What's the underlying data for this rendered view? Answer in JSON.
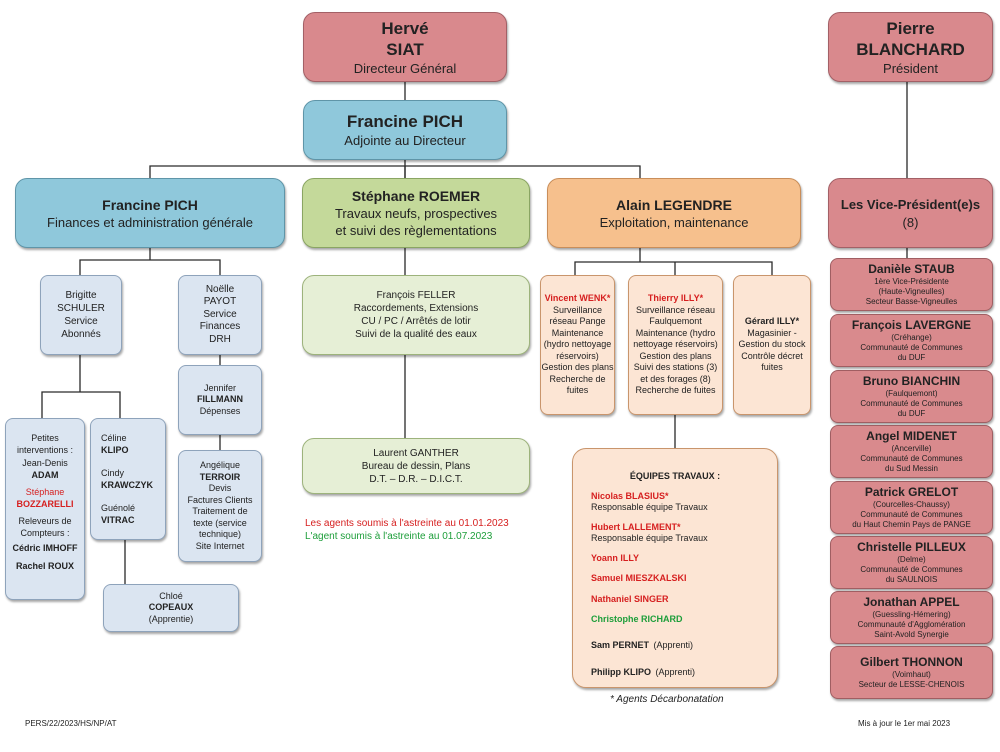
{
  "directeur": {
    "first": "Hervé",
    "last": "SIAT",
    "role": "Directeur Général"
  },
  "president": {
    "first": "Pierre",
    "last": "BLANCHARD",
    "role": "Président"
  },
  "adjointe": {
    "name": "Francine PICH",
    "role": "Adjointe au Directeur"
  },
  "dept_finances": {
    "name": "Francine PICH",
    "role": "Finances et administration générale"
  },
  "dept_travaux": {
    "name": "Stéphane ROEMER",
    "role1": "Travaux neufs, prospectives",
    "role2": "et suivi des règlementations"
  },
  "dept_exploitation": {
    "name": "Alain LEGENDRE",
    "role": "Exploitation, maintenance"
  },
  "vice_presidents": {
    "title": "Les Vice-Président(e)s",
    "count": "(8)"
  },
  "schuler": {
    "first": "Brigitte",
    "last": "SCHULER",
    "l1": "Service",
    "l2": "Abonnés"
  },
  "payot": {
    "first": "Noëlle",
    "last": "PAYOT",
    "l1": "Service",
    "l2": "Finances",
    "l3": "DRH"
  },
  "fillmann": {
    "first": "Jennifer",
    "last": "FILLMANN",
    "role": "Dépenses"
  },
  "terroir": {
    "first": "Angélique",
    "last": "TERROIR",
    "l1": "Devis",
    "l2": "Factures Clients",
    "l3": "Traitement de",
    "l4": "texte (service",
    "l5": "technique)",
    "l6": "Site Internet"
  },
  "copeaux": {
    "first": "Chloé",
    "last": "COPEAUX",
    "role": "(Apprentie)"
  },
  "interventions": {
    "h1": "Petites",
    "h2": "interventions :",
    "p1a": "Jean-Denis",
    "p1b": "ADAM",
    "p2a": "Stéphane",
    "p2b": "BOZZARELLI",
    "h3": "Releveurs de",
    "h4": "Compteurs :",
    "p3": "Cédric IMHOFF",
    "p4": "Rachel ROUX"
  },
  "klipo_group": {
    "p1a": "Céline",
    "p1b": "KLIPO",
    "p2a": "Cindy",
    "p2b": "KRAWCZYK",
    "p3a": "Guénolé",
    "p3b": "VITRAC"
  },
  "feller": {
    "name": "François FELLER",
    "l1": "Raccordements, Extensions",
    "l2": "CU / PC / Arrêtés de lotir",
    "l3": "Suivi de la qualité des eaux"
  },
  "ganther": {
    "name": "Laurent GANTHER",
    "l1": "Bureau de dessin, Plans",
    "l2": "D.T. – D.R. – D.I.C.T."
  },
  "legend": {
    "red": "Les agents soumis à l'astreinte au 01.01.2023",
    "green": "L'agent soumis à l'astreinte au 01.07.2023"
  },
  "wenk": {
    "name": "Vincent WENK*",
    "l1": "Surveillance",
    "l2": "réseau Pange",
    "l3": "Maintenance",
    "l4": "(hydro nettoyage",
    "l5": "réservoirs)",
    "l6": "Gestion des plans",
    "l7": "Recherche de",
    "l8": "fuites"
  },
  "thierry": {
    "name": "Thierry ILLY*",
    "l1": "Surveillance réseau",
    "l2": "Faulquemont",
    "l3": "Maintenance (hydro",
    "l4": "nettoyage réservoirs)",
    "l5": "Gestion des plans",
    "l6": "Suivi des stations (3)",
    "l7": "et des forages (8)",
    "l8": "Recherche de fuites"
  },
  "gerard": {
    "name": "Gérard ILLY*",
    "l1": "Magasinier -",
    "l2": "Gestion du stock",
    "l3": "Contrôle décret",
    "l4": "fuites"
  },
  "equipes": {
    "title": "ÉQUIPES TRAVAUX :",
    "m1": "Nicolas BLASIUS*",
    "m1r": "Responsable équipe Travaux",
    "m2": "Hubert LALLEMENT*",
    "m2r": "Responsable équipe Travaux",
    "m3": "Yoann ILLY",
    "m4": "Samuel MIESZKALSKI",
    "m5": "Nathaniel SINGER",
    "m6": "Christophe RICHARD",
    "m7": "Sam PERNET",
    "m7r": "(Apprenti)",
    "m8": "Philipp KLIPO",
    "m8r": "(Apprenti)"
  },
  "decarbonatation": "* Agents Décarbonatation",
  "vp_list": [
    {
      "name": "Danièle STAUB",
      "l1": "1ère Vice-Présidente",
      "l2": "(Haute-Vigneulles)",
      "l3": "Secteur Basse-Vigneulles"
    },
    {
      "name": "François LAVERGNE",
      "l1": "(Créhange)",
      "l2": "Communauté de Communes",
      "l3": "du DUF"
    },
    {
      "name": "Bruno BIANCHIN",
      "l1": "(Faulquemont)",
      "l2": "Communauté de Communes",
      "l3": "du DUF"
    },
    {
      "name": "Angel MIDENET",
      "l1": "(Ancerville)",
      "l2": "Communauté de Communes",
      "l3": "du Sud Messin"
    },
    {
      "name": "Patrick GRELOT",
      "l1": "(Courcelles-Chaussy)",
      "l2": "Communauté de Communes",
      "l3": "du Haut Chemin Pays de PANGE"
    },
    {
      "name": "Christelle PILLEUX",
      "l1": "(Delme)",
      "l2": "Communauté de Communes",
      "l3": "du SAULNOIS"
    },
    {
      "name": "Jonathan APPEL",
      "l1": "(Guessling-Hémering)",
      "l2": "Communauté d'Agglomération",
      "l3": "Saint-Avold Synergie"
    },
    {
      "name": "Gilbert THONNON",
      "l1": "(Voimhaut)",
      "l2": "Secteur de LESSE-CHENOIS",
      "l3": ""
    }
  ],
  "footer": {
    "left": "PERS/22/2023/HS/NP/AT",
    "right": "Mis à jour le 1er mai 2023"
  }
}
